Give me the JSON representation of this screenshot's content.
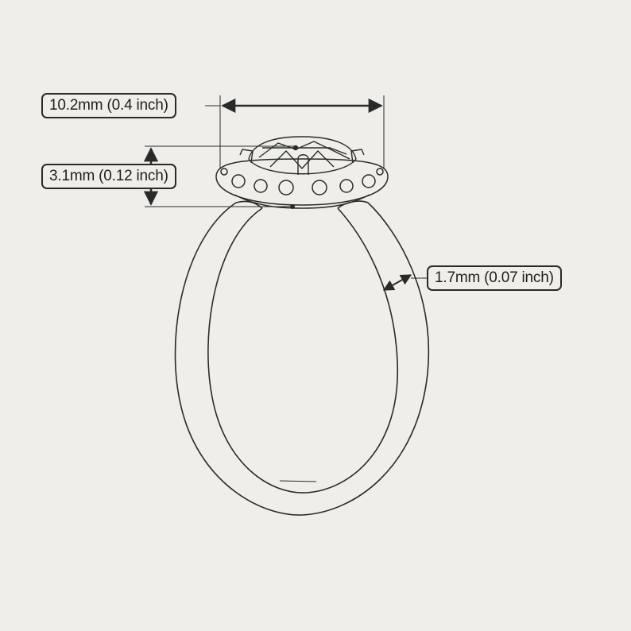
{
  "dimensions": {
    "stone_width": "10.2mm (0.4 inch)",
    "setting_height": "3.1mm (0.12 inch)",
    "band_width": "1.7mm (0.07 inch)"
  },
  "colors": {
    "background": "#efeee9",
    "line": "#2a2a2a"
  }
}
